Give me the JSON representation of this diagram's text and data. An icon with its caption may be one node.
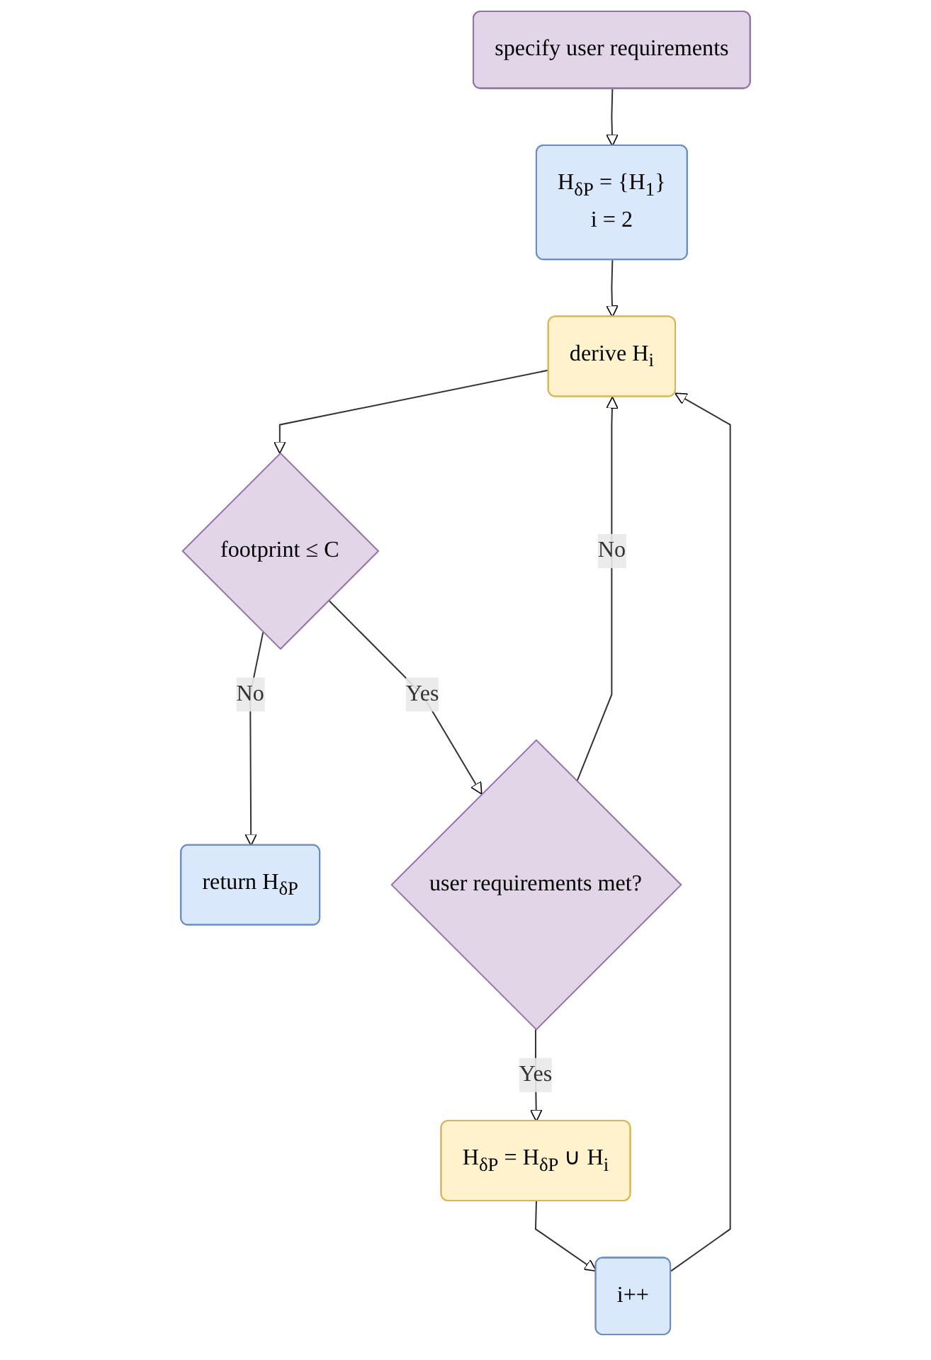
{
  "diagram": {
    "nodes": [
      {
        "text": [
          "specify user requirements"
        ]
      },
      {
        "text": [
          "H$_{δP}$ = {H$_{1}$}",
          "i = 2"
        ]
      },
      {
        "text": [
          "derive H$_{i}$"
        ]
      },
      {
        "text": [
          "footprint ≤ C"
        ]
      },
      {
        "text": [
          "return H$_{δP}$"
        ]
      },
      {
        "text": [
          "user requirements met?"
        ]
      },
      {
        "text": [
          "H$_{δP}$ = H$_{δP}$ ∪ H$_{i}$"
        ]
      },
      {
        "text": [
          "i++"
        ]
      }
    ],
    "edges": [
      {
        "from": 0,
        "to": 1,
        "arrow": "to"
      },
      {
        "from": 1,
        "to": 2,
        "arrow": "to"
      },
      {
        "from": 2,
        "to": 3,
        "arrow": "to"
      },
      {
        "from": 3,
        "to": 4,
        "label": "No",
        "arrow": "to"
      },
      {
        "from": 3,
        "to": 5,
        "label": "Yes",
        "arrow": "to"
      },
      {
        "from": 5,
        "to": 2,
        "label": "No",
        "arrow": "to"
      },
      {
        "from": 5,
        "to": 6,
        "label": "Yes",
        "arrow": "to"
      },
      {
        "from": 6,
        "to": 7,
        "arrow": "to"
      },
      {
        "from": 7,
        "to": 2,
        "arrow": "to"
      }
    ]
  }
}
